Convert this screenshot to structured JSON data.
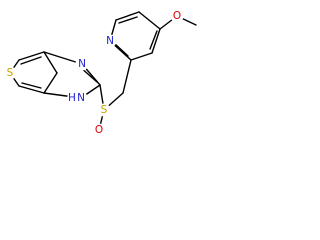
{
  "molecule": {
    "atoms": {
      "sulfur_ring": {
        "text": "S",
        "color": "#c8a000"
      },
      "nitrogen_upper": {
        "text": "N",
        "color": "#1f1fd0"
      },
      "nitrogen_lower": {
        "text": "N",
        "color": "#1f1fd0"
      },
      "hydrogen_nh": {
        "text": "H",
        "color": "#1f1fd0"
      },
      "sulfinyl_s": {
        "text": "S",
        "color": "#c8a000"
      },
      "sulfinyl_o": {
        "text": "O",
        "color": "#e00000"
      },
      "pyridine_n": {
        "text": "N",
        "color": "#1f1fd0"
      },
      "methoxy_o": {
        "text": "O",
        "color": "#e00000"
      }
    }
  }
}
